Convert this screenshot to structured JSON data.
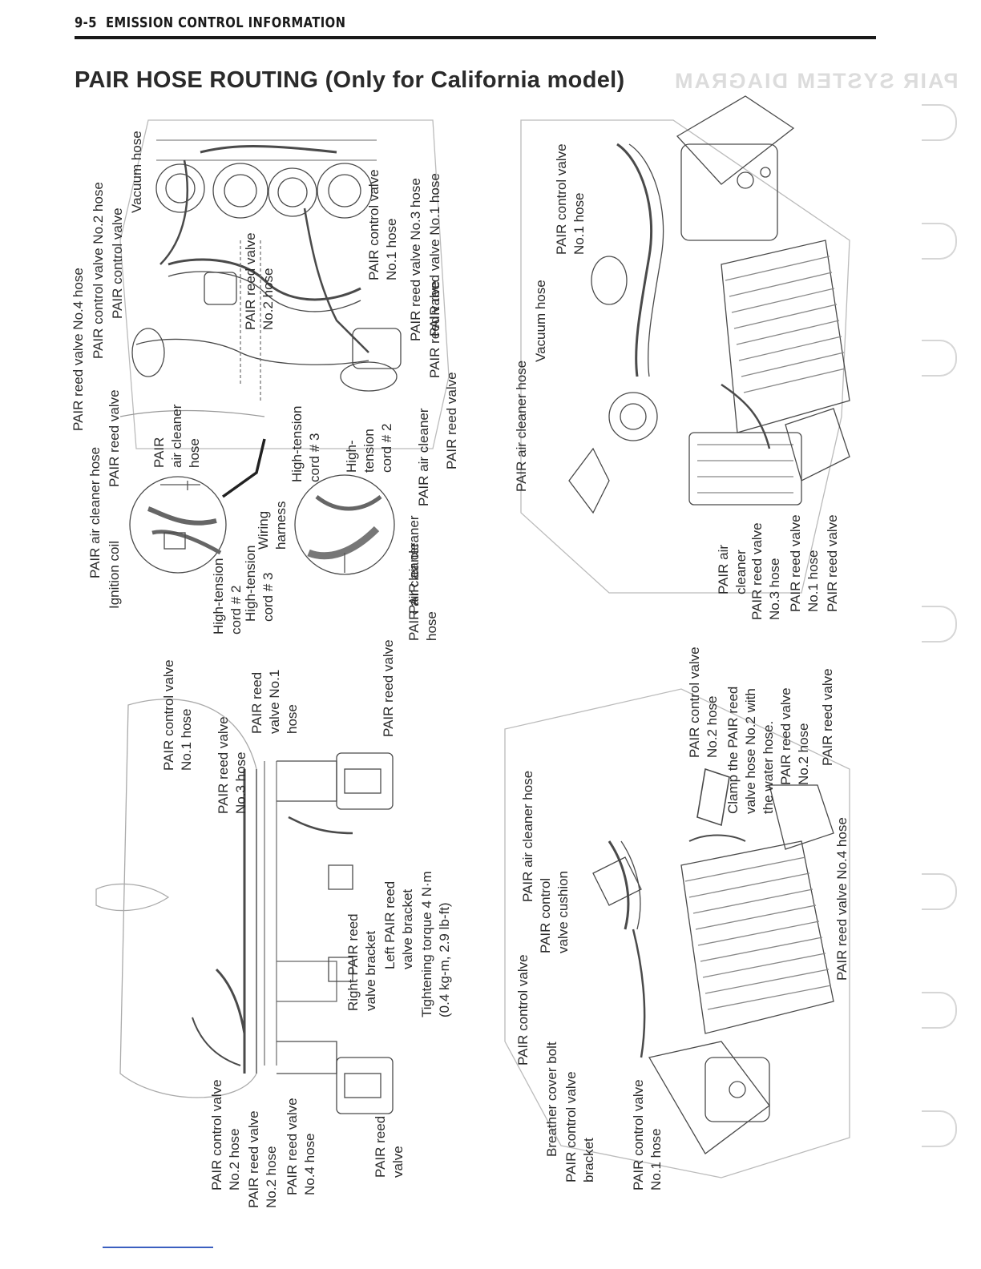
{
  "header": {
    "section": "9-5",
    "title": "EMISSION CONTROL INFORMATION"
  },
  "page_title": "PAIR HOSE ROUTING (Only for California model)",
  "ghost_title": "PAIR SYSTEM DIAGRAM",
  "labels": {
    "d1_reed_no4": "PAIR reed valve No.4 hose",
    "d1_ctrl_no2": "PAIR control valve No.2 hose",
    "d1_ctrl_valve": "PAIR control valve",
    "d1_vacuum": "Vacuum hose",
    "d1_air_cleaner_hose": "PAIR air cleaner hose",
    "d1_reed_valve_left": "PAIR reed valve",
    "d1_ignition": "Ignition coil",
    "d1_air_cleaner_hose_stack": "PAIR\nair cleaner\nhose",
    "d1_reed_no2_hose": "PAIR reed valve\nNo.2 hose",
    "d1_ctrl_no1": "PAIR control valve\nNo.1 hose",
    "d1_reed_no3": "PAIR reed valve No.3 hose",
    "d1_reed_no1": "PAIR reed valve No.1 hose",
    "d1_reed_valve_mid": "PAIR reed valve",
    "d1_air_cleaner_a": "PAIR air cleaner",
    "d1_reed_valve_right": "PAIR reed valve",
    "d1_ht_cord3": "High-tension\ncord # 3",
    "d1_ht_cord2": "High-\ntension\ncord # 2",
    "d1_air_cleaner_b": "PAIR air cleaner",
    "d1_wiring": "Wiring\nharness",
    "d1_ht2": "High-tension\ncord # 2",
    "d1_ht3": "High-tension\ncord # 3",
    "d1_air_cleaner_hose_b": "PAIR air cleaner\nhose",
    "d2_air_cleaner_hose": "PAIR air cleaner hose",
    "d2_vacuum": "Vacuum hose",
    "d2_ctrl_no1": "PAIR control valve\nNo.1 hose",
    "d2_air_cleaner": "PAIR air\ncleaner",
    "d2_reed_no3": "PAIR reed valve\nNo.3 hose",
    "d2_reed_no1": "PAIR reed valve\nNo.1 hose",
    "d2_reed_valve": "PAIR reed valve",
    "d3_ctrl_no1": "PAIR control valve\nNo.1 hose",
    "d3_reed_no3": "PAIR reed valve\nNo.3 hose",
    "d3_reed_no1": "PAIR reed\nvalve No.1\nhose",
    "d3_reed_valve_top": "PAIR reed valve",
    "d3_ctrl_no2": "PAIR control valve\nNo.2 hose",
    "d3_reed_no2": "PAIR reed valve\nNo.2 hose",
    "d3_reed_no4": "PAIR reed valve\nNo.4 hose",
    "d3_reed_valve_bottom": "PAIR reed\nvalve",
    "d3_right_bracket": "Right PAIR reed\nvalve bracket",
    "d3_left_bracket": "Left PAIR reed\nvalve bracket",
    "d3_torque": "Tightening torque 4 N·m\n(0.4 kg-m, 2.9 lb-ft)",
    "d4_air_cleaner_hose": "PAIR air cleaner hose",
    "d4_cushion": "PAIR control\nvalve cushion",
    "d4_ctrl_valve": "PAIR control valve",
    "d4_breather": "Breather cover bolt",
    "d4_bracket": "PAIR control valve\nbracket",
    "d4_ctrl_no1": "PAIR control valve\nNo.1 hose",
    "d4_ctrl_no2": "PAIR control valve\nNo.2 hose",
    "d4_clamp": "Clamp the PAIR reed\nvalve hose No.2 with\nthe water hose.",
    "d4_reed_no2": "PAIR reed valve\nNo.2 hose",
    "d4_reed_valve": "PAIR reed valve",
    "d4_reed_no4": "PAIR reed valve No.4 hose"
  }
}
